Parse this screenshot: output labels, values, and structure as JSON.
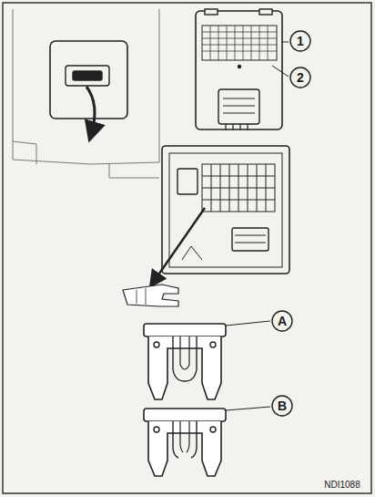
{
  "diagram": {
    "labels": [
      "1",
      "2",
      "A",
      "B",
      "NDI1088"
    ]
  }
}
